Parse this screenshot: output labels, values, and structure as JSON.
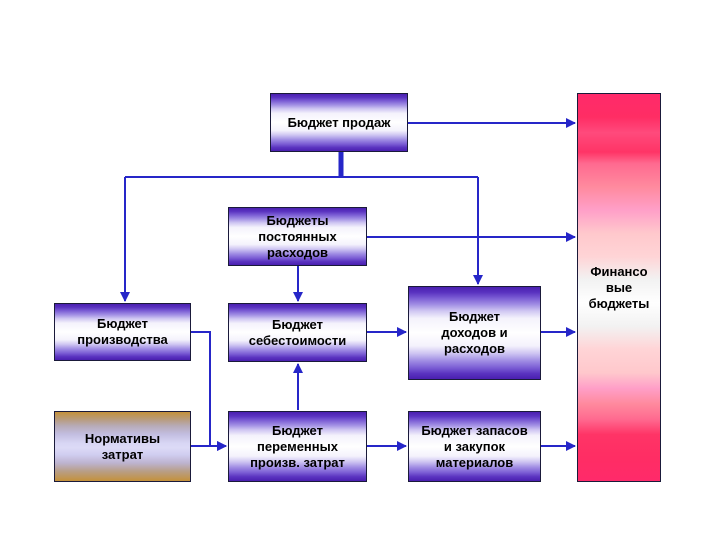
{
  "boxes": {
    "sales": "Бюджет продаж",
    "fixed": "Бюджеты\nпостоянных\nрасходов",
    "production": "Бюджет\nпроизводства",
    "cost": "Бюджет\nсебестоимости",
    "income": "Бюджет\nдоходов и\nрасходов",
    "norms": "Нормативы\nзатрат",
    "variable": "Бюджет\nпеременных\nпроизв. затрат",
    "stocks": "Бюджет запасов\nи закупок\nматериалов",
    "financial": "Финансо\nвые\nбюджеты"
  },
  "colors": {
    "connector": "#2626c8",
    "box_border": "#1a1a3a"
  }
}
